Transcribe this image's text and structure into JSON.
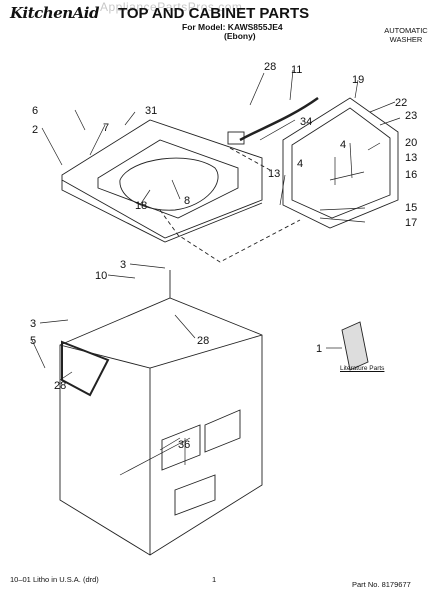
{
  "header": {
    "brand": "KitchenAid",
    "title": "TOP AND CABINET PARTS",
    "model_line": "For Model: KAWS855JE4",
    "color_line": "(Ebony)",
    "product_type_line1": "AUTOMATIC",
    "product_type_line2": "WASHER",
    "watermark": "AppliancePartsPros.com"
  },
  "literature": {
    "label": "Literature Parts"
  },
  "footer": {
    "left": "10–01 Litho in U.S.A. (drd)",
    "page": "1",
    "part_number": "Part No. 8179677"
  },
  "callouts": [
    "28",
    "11",
    "6",
    "31",
    "34",
    "19",
    "22",
    "23",
    "7",
    "2",
    "20",
    "13",
    "4",
    "16",
    "13",
    "4",
    "8",
    "18",
    "15",
    "17",
    "3",
    "10",
    "28",
    "1",
    "3",
    "5",
    "28",
    "36"
  ]
}
